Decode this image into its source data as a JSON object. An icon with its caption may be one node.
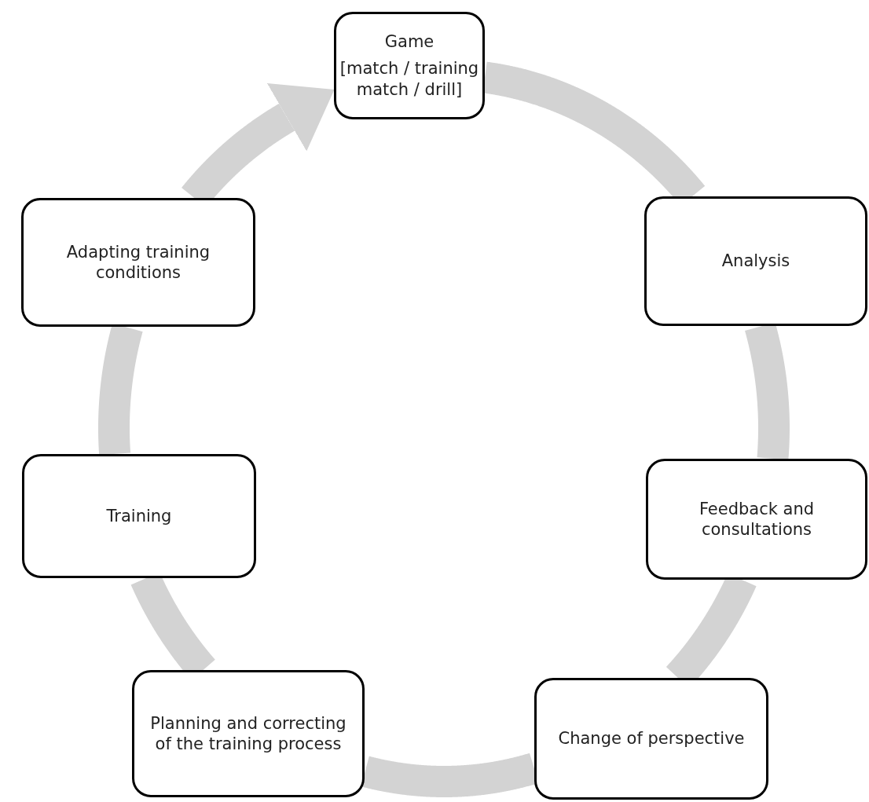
{
  "diagram": {
    "nodes": [
      {
        "text": [
          "Game",
          "[match / training match / drill]"
        ]
      },
      {
        "text": [
          "Analysis"
        ]
      },
      {
        "text": [
          "Feedback and consultations"
        ]
      },
      {
        "text": [
          "Change of perspective"
        ]
      },
      {
        "text": [
          "Planning and correcting of the training process"
        ]
      },
      {
        "text": [
          "Training"
        ]
      },
      {
        "text": [
          "Adapting training conditions"
        ]
      }
    ],
    "edges": [
      {
        "from": 0,
        "to": 1,
        "arrow": "none"
      },
      {
        "from": 1,
        "to": 2,
        "arrow": "none"
      },
      {
        "from": 2,
        "to": 3,
        "arrow": "none"
      },
      {
        "from": 3,
        "to": 4,
        "arrow": "none"
      },
      {
        "from": 4,
        "to": 5,
        "arrow": "none"
      },
      {
        "from": 5,
        "to": 6,
        "arrow": "none"
      },
      {
        "from": 6,
        "to": 0,
        "arrow": "to"
      }
    ]
  }
}
